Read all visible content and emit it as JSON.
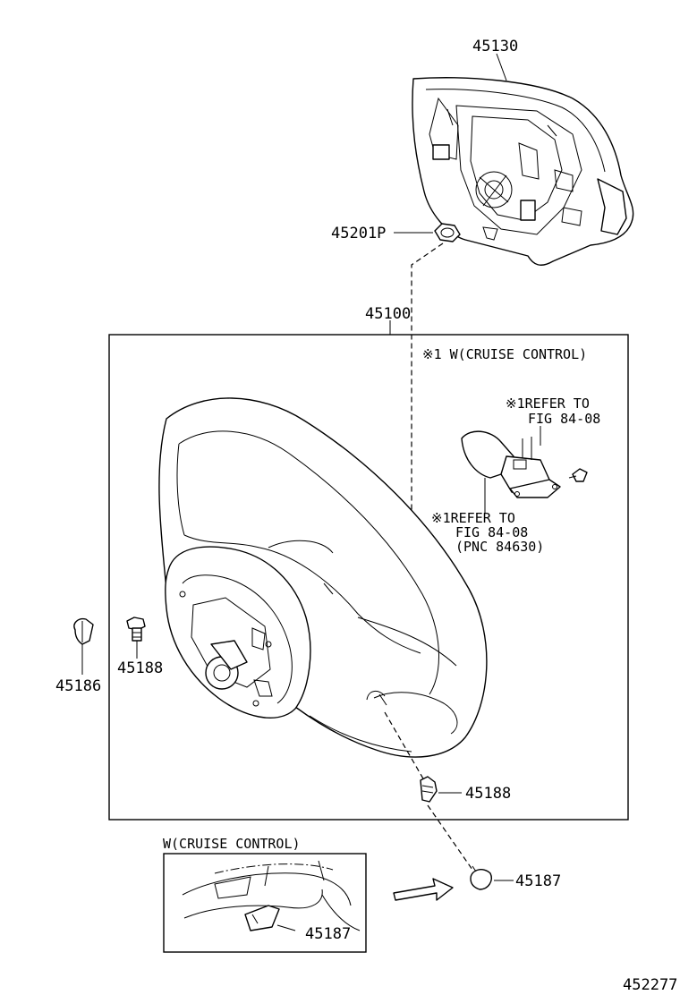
{
  "parts": {
    "airbag_pad": "45130",
    "nut_45201p": "45201P",
    "wheel_assy": "45100",
    "clip_45186": "45186",
    "screw_left": "45188",
    "screw_bottom": "45188",
    "cover_45187": "45187",
    "cover_45187_inset": "45187"
  },
  "notes": {
    "cruise_header": "※1 W(CRUISE CONTROL)",
    "refer1_line1": "※1REFER TO",
    "refer1_line2": "FIG 84-08",
    "refer2_line1": "※1REFER TO",
    "refer2_line2": "FIG 84-08",
    "refer2_line3": "(PNC 84630)",
    "inset_title": "W(CRUISE CONTROL)"
  },
  "figure_id": "452277"
}
